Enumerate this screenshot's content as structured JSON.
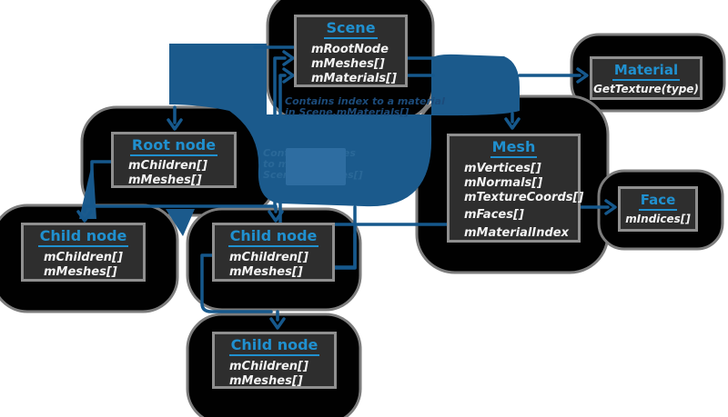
{
  "diagram": {
    "nodes": {
      "scene": {
        "title": "Scene",
        "members": [
          "mRootNode",
          "mMeshes[]",
          "mMaterials[]"
        ]
      },
      "material": {
        "title": "Material",
        "members": [
          "GetTexture(type)"
        ]
      },
      "root_node": {
        "title": "Root node",
        "members": [
          "mChildren[]",
          "mMeshes[]"
        ]
      },
      "mesh": {
        "title": "Mesh",
        "members": [
          "mVertices[]",
          "mNormals[]",
          "mTextureCoords[]",
          "mFaces[]",
          "mMaterialIndex"
        ]
      },
      "face": {
        "title": "Face",
        "members": [
          "mIndices[]"
        ]
      },
      "child_left": {
        "title": "Child node",
        "members": [
          "mChildren[]",
          "mMeshes[]"
        ]
      },
      "child_mid": {
        "title": "Child node",
        "members": [
          "mChildren[]",
          "mMeshes[]"
        ]
      },
      "child_bottom": {
        "title": "Child node",
        "members": [
          "mChildren[]",
          "mMeshes[]"
        ]
      }
    },
    "annotations": {
      "material_note": {
        "line1": "Contains index to a material",
        "line2": "in Scene.mMaterials[]"
      },
      "mesh_note_faint": {
        "line1": "Contains indices",
        "line2": "to meshes in",
        "line3": "Scene.mMeshes[]"
      }
    },
    "colors": {
      "accent_blue_title": "#2090cf",
      "arrow_blue": "#16588c",
      "blob_blue": "#1b5a8c",
      "blob_black": "#010101",
      "box_fill": "#2e2e2e",
      "box_border": "#8f8f8f",
      "note_blue": "#1c4b7a",
      "background": "#ffffff"
    }
  }
}
